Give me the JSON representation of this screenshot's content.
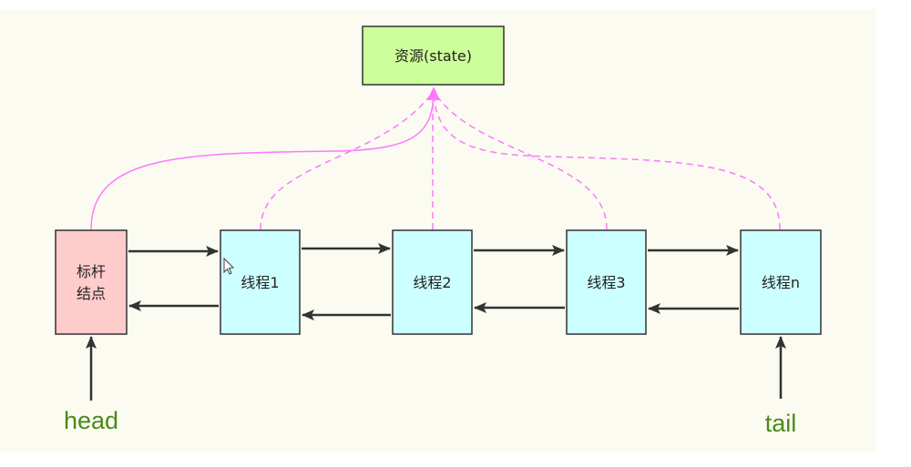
{
  "colors": {
    "background": "#fbfbf1",
    "resource_fill": "#ccff99",
    "sentinel_fill": "#ffcccc",
    "thread_fill": "#ccffff",
    "state_link": "#ff77ff",
    "arrow": "#333333",
    "label_text": "#4a8a1a"
  },
  "resource": {
    "label": "资源(state)"
  },
  "sentinel": {
    "line1": "标杆",
    "line2": "结点"
  },
  "threads": [
    {
      "label": "线程1"
    },
    {
      "label": "线程2"
    },
    {
      "label": "线程3"
    },
    {
      "label": "线程n"
    }
  ],
  "pointers": {
    "head": "head",
    "tail": "tail"
  },
  "links": {
    "sentinel_to_resource": "solid",
    "threads_to_resource": "dashed",
    "between_nodes": "bidirectional"
  }
}
